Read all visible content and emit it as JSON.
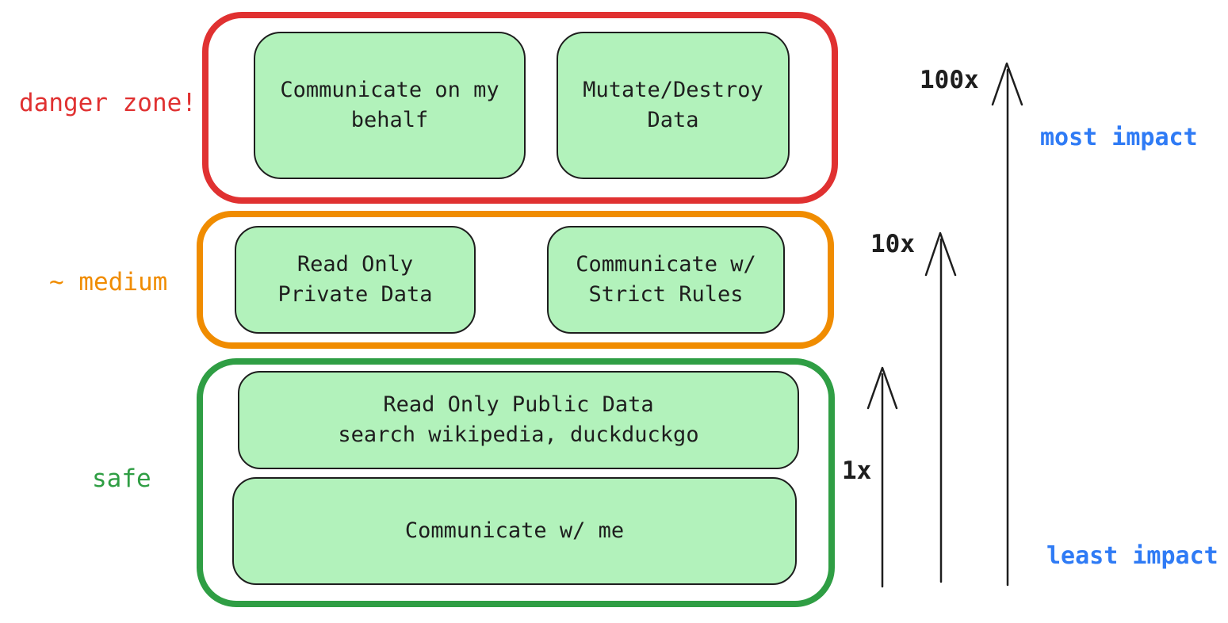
{
  "zones": [
    {
      "name": "danger",
      "label": "danger zone!",
      "color": "#e03131",
      "boxes": [
        {
          "name": "communicate-on-my-behalf",
          "lines": [
            "Communicate on my",
            "behalf"
          ]
        },
        {
          "name": "mutate-destroy-data",
          "lines": [
            "Mutate/Destroy",
            "Data"
          ]
        }
      ]
    },
    {
      "name": "medium",
      "label": "~ medium",
      "color": "#f08c00",
      "boxes": [
        {
          "name": "read-only-private-data",
          "lines": [
            "Read Only",
            "Private Data"
          ]
        },
        {
          "name": "communicate-w-strict-rules",
          "lines": [
            "Communicate w/",
            "Strict Rules"
          ]
        }
      ]
    },
    {
      "name": "safe",
      "label": "safe",
      "color": "#2f9e44",
      "boxes": [
        {
          "name": "read-only-public-data",
          "lines": [
            "Read Only Public Data",
            "search wikipedia, duckduckgo"
          ]
        },
        {
          "name": "communicate-w-me",
          "lines": [
            "Communicate w/ me"
          ]
        }
      ]
    }
  ],
  "impact_scale": {
    "arrows": [
      {
        "label": "1x"
      },
      {
        "label": "10x"
      },
      {
        "label": "100x"
      }
    ],
    "most_label": "most impact",
    "least_label": "least impact",
    "color": "#2f7bf5"
  },
  "colors": {
    "box_fill": "#b2f2bb",
    "ink": "#1e1e1e"
  }
}
